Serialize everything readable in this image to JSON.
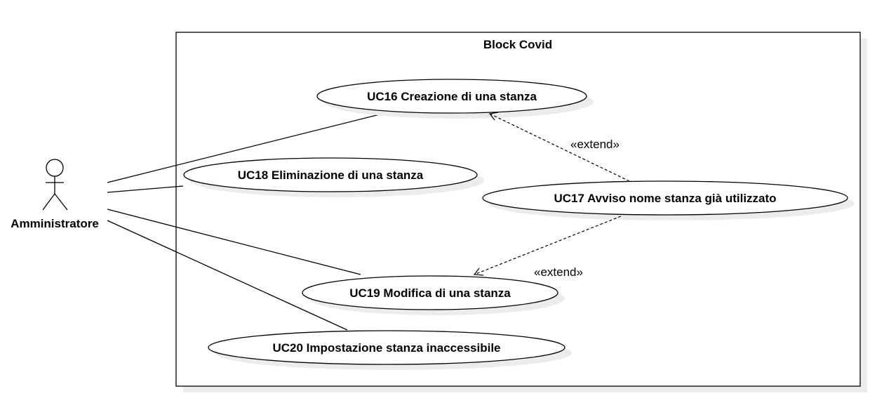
{
  "system": {
    "title": "Block Covid"
  },
  "actor": {
    "name": "Amministratore"
  },
  "use_cases": {
    "uc16": "UC16 Creazione di una stanza",
    "uc18": "UC18 Eliminazione di una stanza",
    "uc17": "UC17 Avviso nome stanza già utilizzato",
    "uc19": "UC19 Modifica di una stanza",
    "uc20": "UC20 Impostazione stanza inaccessibile"
  },
  "relations": {
    "extend_1": "«extend»",
    "extend_2": "«extend»"
  }
}
